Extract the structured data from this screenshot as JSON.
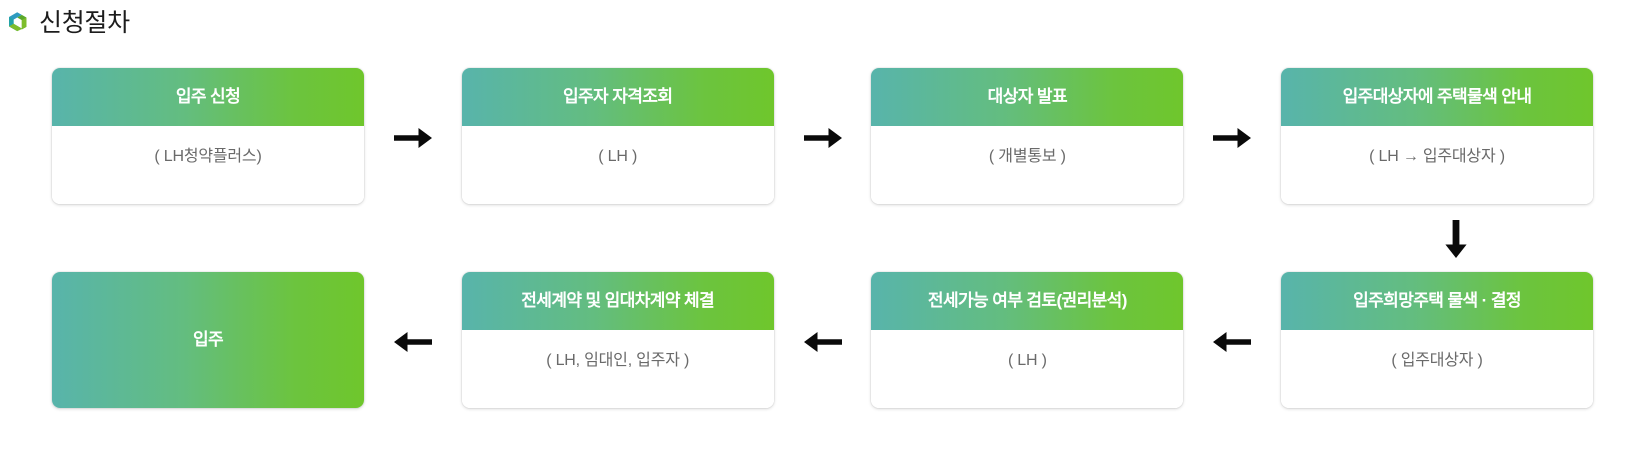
{
  "title": {
    "text": "신청절차",
    "icon": "hexagon-swirl-icon",
    "icon_colors": {
      "blue": "#2e9bc0",
      "teal": "#23a1a6",
      "green": "#7dbd2b",
      "dark_green": "#5aa82a"
    }
  },
  "theme": {
    "gradient_start": "#58b4ab",
    "gradient_end": "#6fc62c",
    "header_text": "#ffffff",
    "body_text": "#6a6a6a",
    "arrow_color": "#0a0a0a",
    "card_background": "#ffffff"
  },
  "flow": {
    "rows": [
      {
        "id": "row-1",
        "direction": "right",
        "steps": [
          {
            "id": "step-1",
            "title": "입주 신청",
            "subtitle": "( LH청약플러스)",
            "solid": false
          },
          {
            "id": "step-2",
            "title": "입주자 자격조회",
            "subtitle": "( LH )",
            "solid": false
          },
          {
            "id": "step-3",
            "title": "대상자 발표",
            "subtitle": "( 개별통보 )",
            "solid": false
          },
          {
            "id": "step-4",
            "title": "입주대상자에 주택물색 안내",
            "subtitle": "( LH → 입주대상자 )",
            "solid": false
          }
        ],
        "arrows": [
          "→",
          "→",
          "→"
        ]
      },
      {
        "id": "row-2",
        "direction": "left",
        "steps": [
          {
            "id": "step-8",
            "title": "입주",
            "subtitle": "",
            "solid": true
          },
          {
            "id": "step-7",
            "title": "전세계약 및 임대차계약 체결",
            "subtitle": "( LH, 임대인, 입주자 )",
            "solid": false
          },
          {
            "id": "step-6",
            "title": "전세가능 여부 검토(권리분석)",
            "subtitle": "( LH )",
            "solid": false
          },
          {
            "id": "step-5",
            "title": "입주희망주택 물색 · 결정",
            "subtitle": "( 입주대상자 )",
            "solid": false
          }
        ],
        "arrows": [
          "←",
          "←",
          "←"
        ]
      }
    ],
    "connector": {
      "id": "row-connector",
      "glyph": "↓",
      "label": "down-arrow"
    }
  }
}
